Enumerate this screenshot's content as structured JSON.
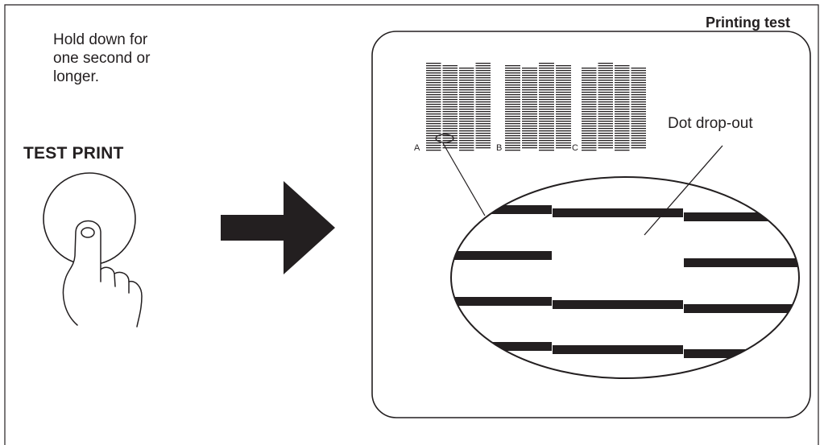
{
  "instruction": {
    "lines": [
      "Hold down for",
      "one second or",
      "longer."
    ]
  },
  "button": {
    "label": "TEST PRINT"
  },
  "result": {
    "title": "Printing test",
    "annotation": "Dot drop-out",
    "pattern_labels": [
      "A",
      "B",
      "C"
    ]
  },
  "icons": {
    "finger": "finger-press-icon",
    "arrow": "arrow-right-icon"
  },
  "colors": {
    "line": "#231f20",
    "background": "#ffffff"
  }
}
